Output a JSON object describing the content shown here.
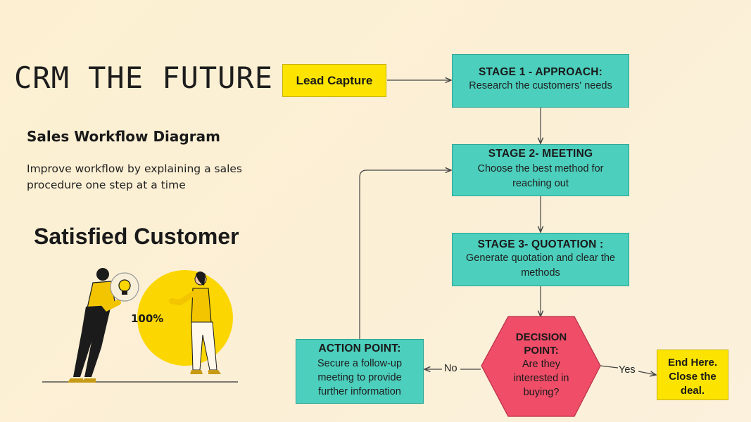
{
  "header": {
    "title": "CRM THE FUTURE",
    "subtitle": "Sales Workflow Diagram",
    "description": "Improve workflow by explaining a sales procedure one step at a time",
    "tagline": "Satisfied Customer"
  },
  "illustration": {
    "percent": "100%"
  },
  "flow": {
    "lead_capture": "Lead Capture",
    "stage1": {
      "heading": "STAGE 1 - APPROACH:",
      "text": "Research the customers' needs"
    },
    "stage2": {
      "heading": "STAGE 2- MEETING",
      "text": "Choose the best method for reaching out"
    },
    "stage3": {
      "heading": "STAGE 3- QUOTATION :",
      "text": "Generate quotation and clear the methods"
    },
    "decision": {
      "line1": "DECISION",
      "line2": "POINT:",
      "line3": "Are they",
      "line4": "interested in",
      "line5": "buying?"
    },
    "action": {
      "heading": "ACTION POINT:",
      "text": "Secure a follow-up meeting to provide further information"
    },
    "end": "End Here. Close the deal.",
    "no_label": "No",
    "yes_label": "Yes"
  },
  "colors": {
    "teal": "#4ccfbd",
    "yellow": "#fde400",
    "decision_pink": "#ef4d68",
    "background": "#fdf0d2"
  }
}
